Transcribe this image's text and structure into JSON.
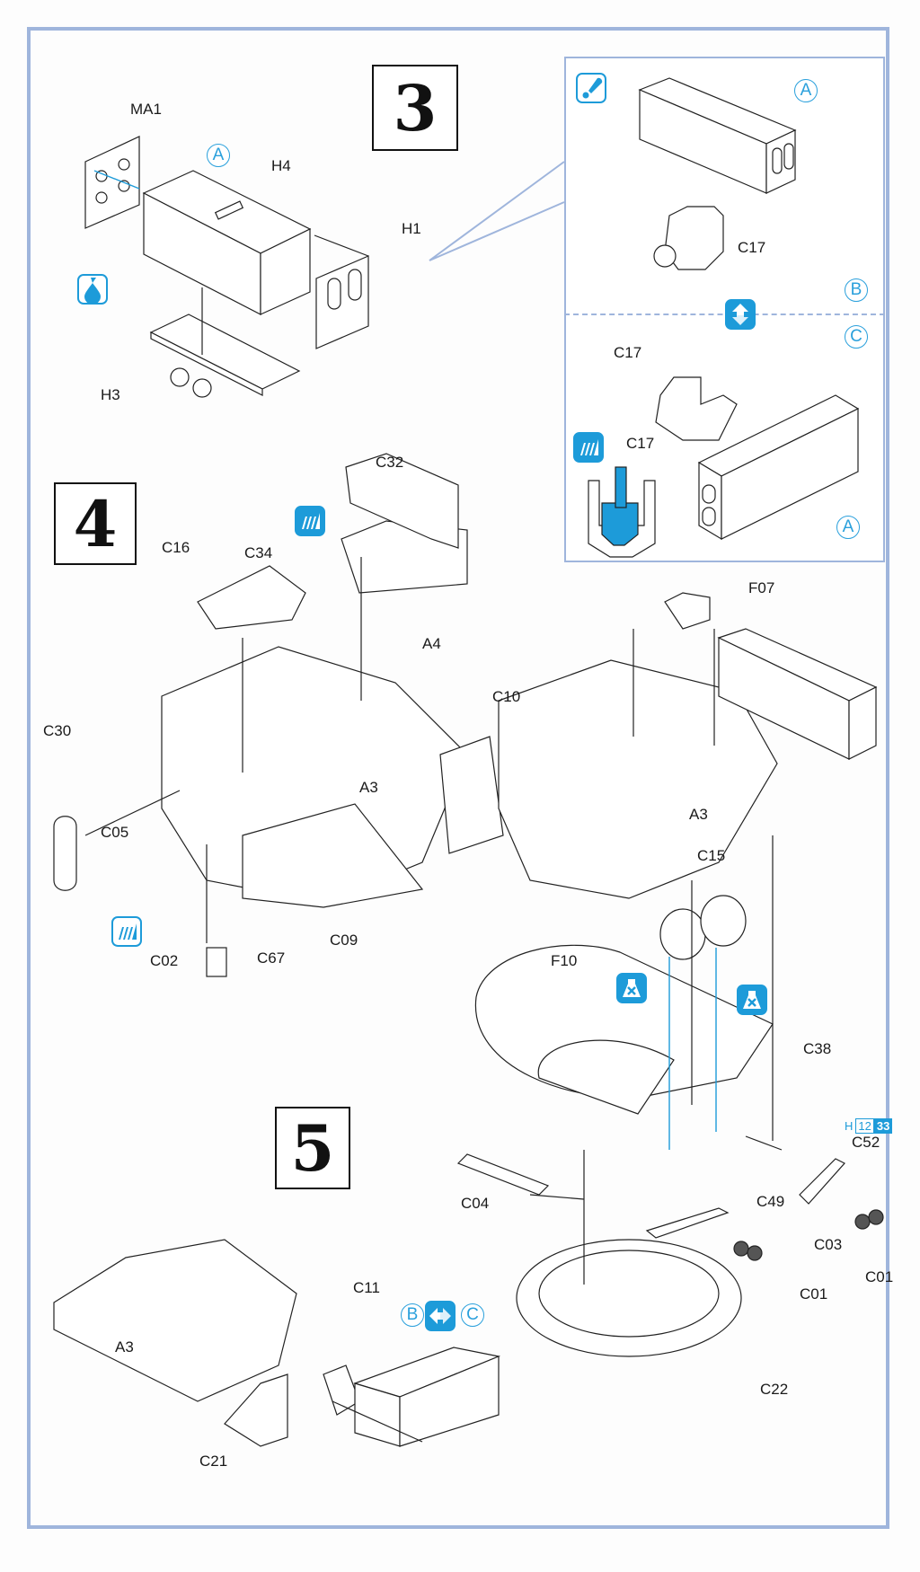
{
  "page": {
    "accent_color": "#1d9bd9",
    "frame_color": "#9fb5dc"
  },
  "steps": [
    {
      "number": "3"
    },
    {
      "number": "4"
    },
    {
      "number": "5"
    }
  ],
  "step3": {
    "labels": {
      "ma1": "MA1",
      "h4": "H4",
      "h1": "H1",
      "h3": "H3"
    },
    "variant_a": "A",
    "icon": "glue-drop-icon",
    "detail": {
      "variant_a_top": "A",
      "variant_b": "B",
      "variant_c": "C",
      "variant_a_bottom": "A",
      "c17_top": "C17",
      "c17_mid": "C17",
      "c17_bottom": "C17",
      "icons": [
        "attention-icon",
        "flip-vertical-icon",
        "paint-icon"
      ]
    }
  },
  "step4": {
    "labels": {
      "c16": "C16",
      "c34": "C34",
      "c32": "C32",
      "a4": "A4",
      "c10": "C10",
      "c30": "C30",
      "c05": "C05",
      "c02": "C02",
      "c67": "C67",
      "c09": "C09",
      "a3_left": "A3",
      "a3_right": "A3",
      "f07": "F07",
      "c15": "C15"
    },
    "icons": [
      "paint-icon",
      "paint-icon"
    ]
  },
  "step5": {
    "labels": {
      "f10": "F10",
      "c38": "C38",
      "c52": "C52",
      "c04": "C04",
      "c49": "C49",
      "c03": "C03",
      "c01_right": "C01",
      "c01_mid": "C01",
      "c22": "C22",
      "c11": "C11",
      "a3": "A3",
      "c21": "C21"
    },
    "variant_b": "B",
    "variant_c": "C",
    "icons": [
      "do-not-glue-icon",
      "do-not-glue-icon",
      "swap-horizontal-icon"
    ],
    "paint_ref": {
      "prefix": "H",
      "code1": "12",
      "code2": "33"
    }
  }
}
